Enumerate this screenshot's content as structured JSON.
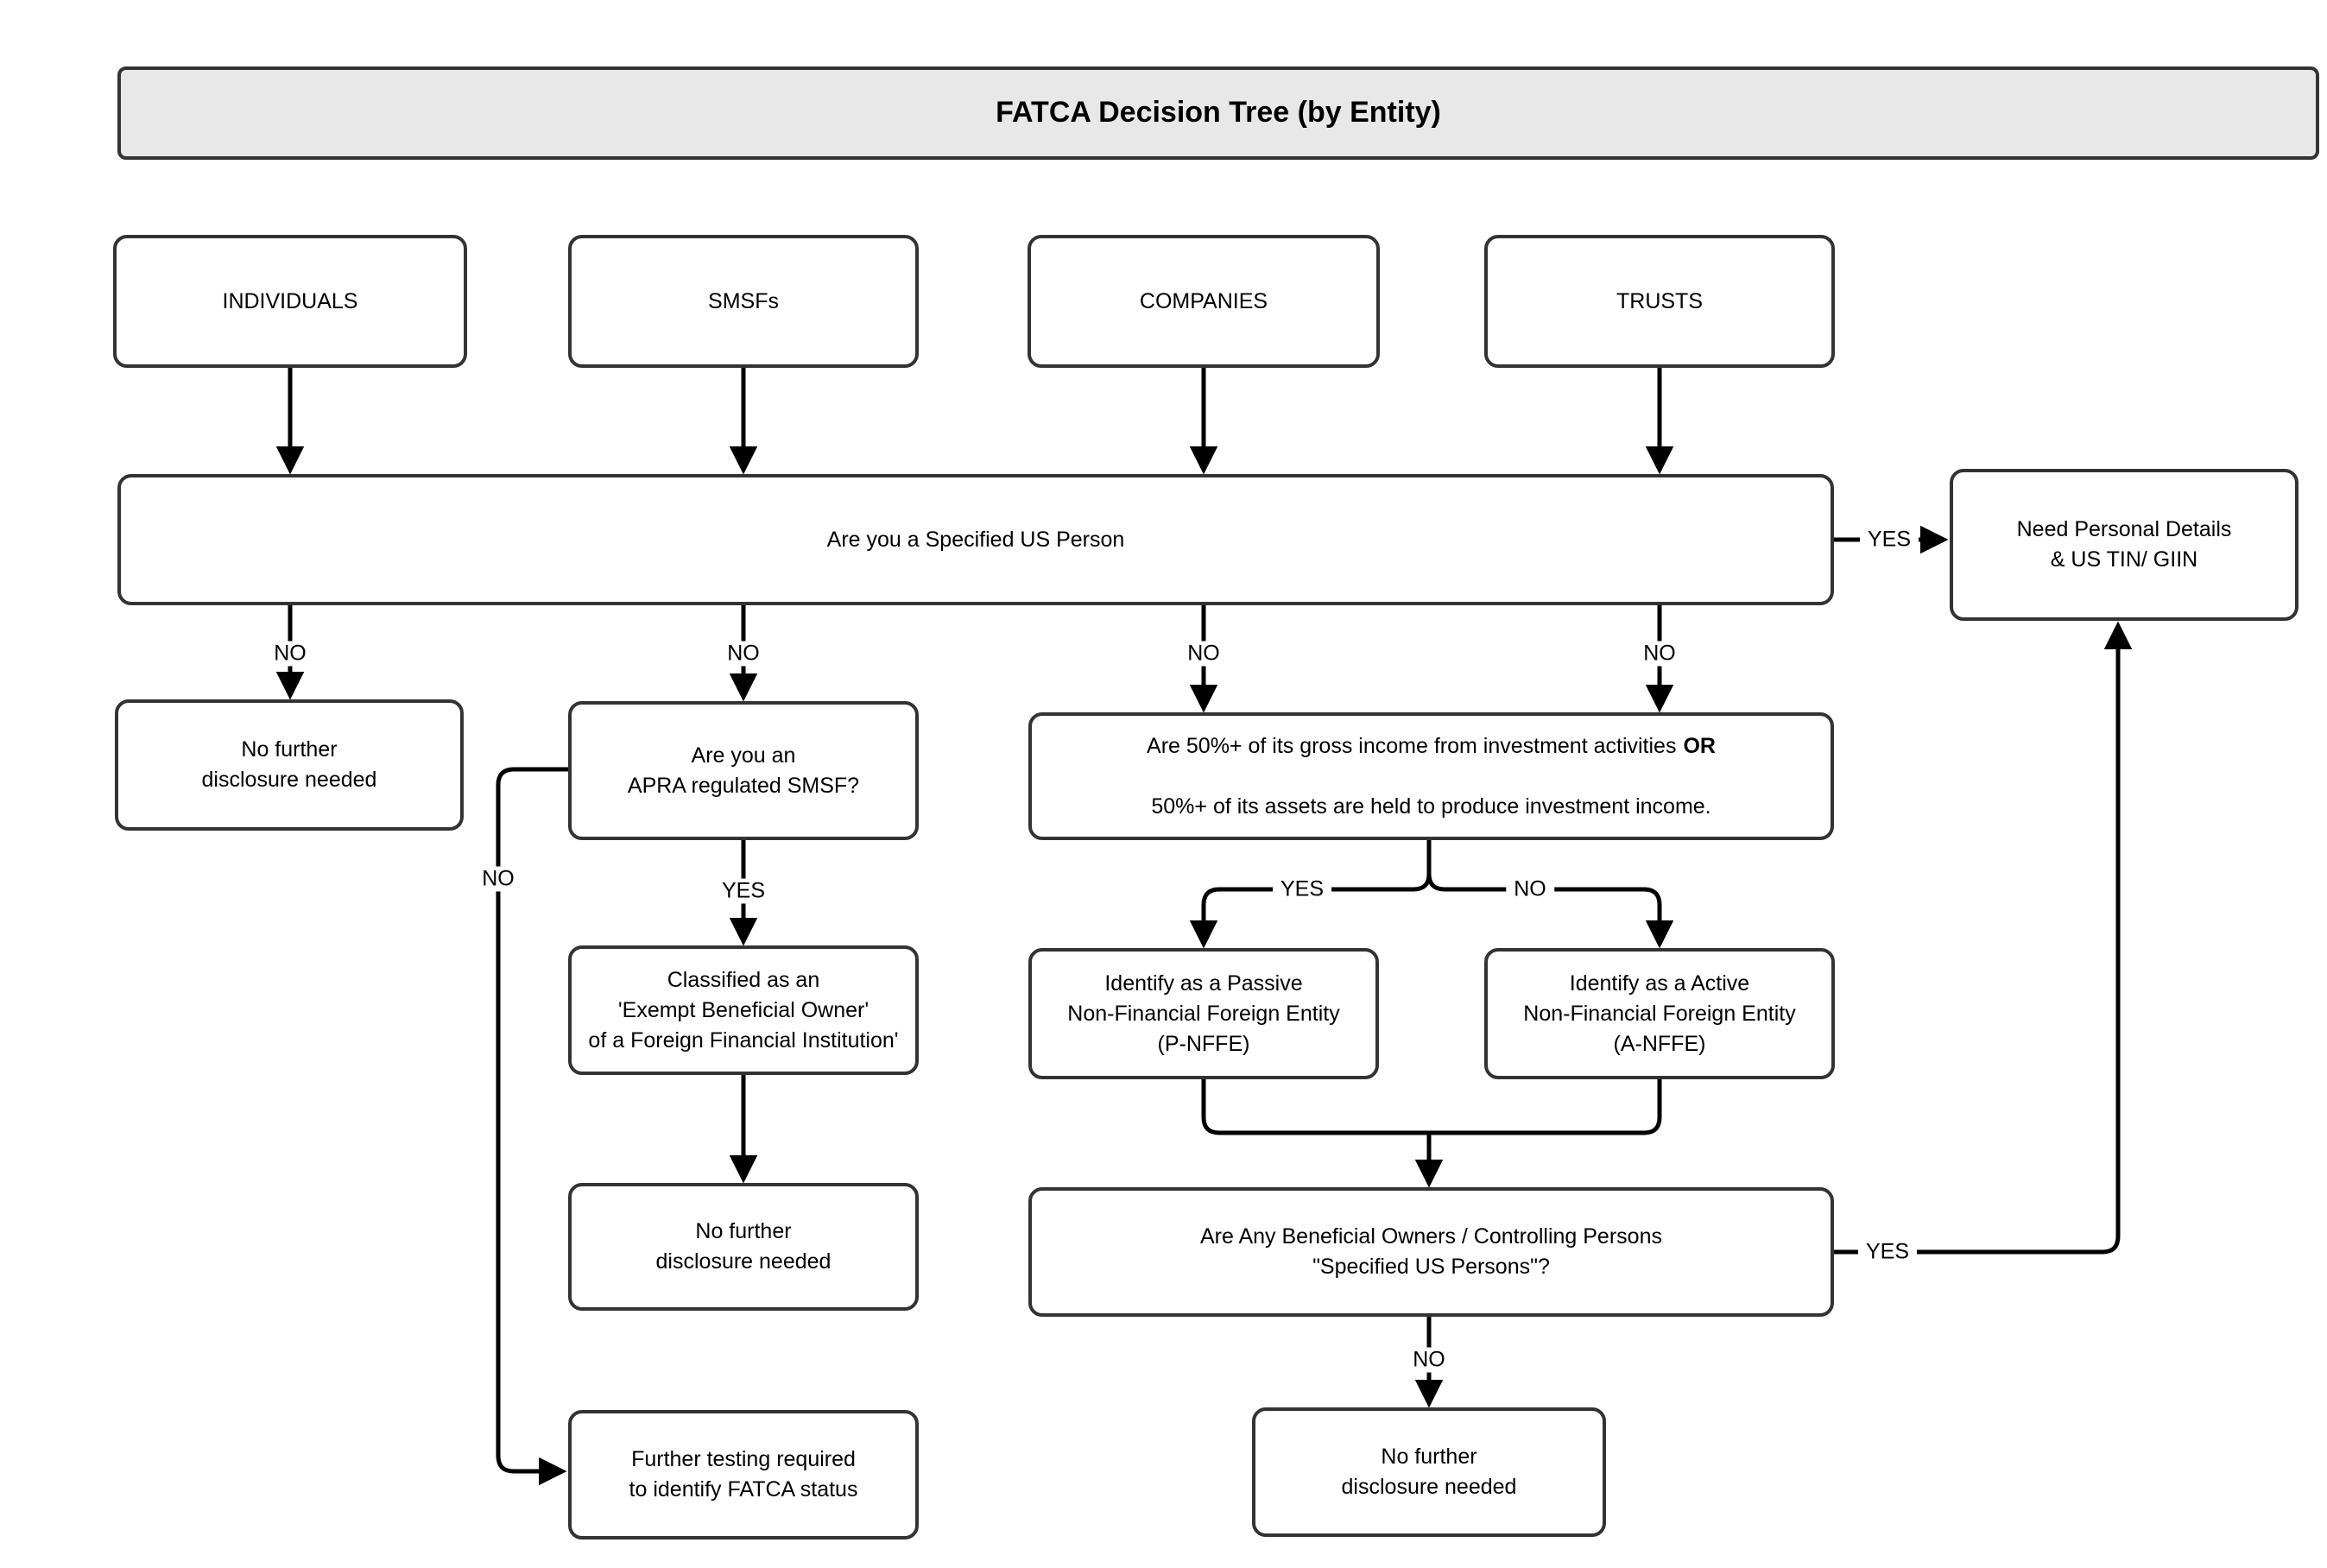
{
  "title": "FATCA Decision Tree (by Entity)",
  "nodes": {
    "individuals": {
      "text": "INDIVIDUALS"
    },
    "smsfs": {
      "text": "SMSFs"
    },
    "companies": {
      "text": "COMPANIES"
    },
    "trusts": {
      "text": "TRUSTS"
    },
    "specified_us_person": {
      "text": "Are you a Specified US Person"
    },
    "need_personal_details": {
      "text": "Need Personal Details\n& US TIN/ GIIN"
    },
    "no_further_individuals": {
      "text": "No further\ndisclosure needed"
    },
    "apra_smsf": {
      "text": "Are you an\nAPRA regulated SMSF?"
    },
    "investment_income": {
      "line1": "Are 50%+ of its gross income from investment activities",
      "line1_bold": "OR",
      "line2": "50%+ of its assets are held to produce investment income."
    },
    "pnffe": {
      "text": "Identify as a Passive\nNon-Financial Foreign Entity\n(P-NFFE)"
    },
    "anffe": {
      "text": "Identify as a Active\nNon-Financial Foreign Entity\n(A-NFFE)"
    },
    "exempt_beneficial_owner": {
      "text": "Classified as an\n'Exempt Beneficial Owner'\nof a Foreign Financial Institution'"
    },
    "no_further_smsf": {
      "text": "No further\ndisclosure needed"
    },
    "beneficial_owners": {
      "text": "Are Any Beneficial Owners / Controlling Persons\n\"Specified US Persons\"?"
    },
    "further_testing": {
      "text": "Further testing required\nto identify FATCA status"
    },
    "no_further_bottom": {
      "text": "No further\ndisclosure needed"
    }
  },
  "labels": {
    "specified_yes": "YES",
    "specified_no_individuals": "NO",
    "specified_no_smsfs": "NO",
    "specified_no_companies": "NO",
    "specified_no_trusts": "NO",
    "apra_no": "NO",
    "apra_yes": "YES",
    "invest_yes": "YES",
    "invest_no": "NO",
    "beneficial_yes": "YES",
    "beneficial_no": "NO"
  },
  "colors": {
    "line": "#000000",
    "node_border": "#333333",
    "node_fill": "#ffffff",
    "title_fill": "#e8e8e8",
    "text": "#000000"
  }
}
